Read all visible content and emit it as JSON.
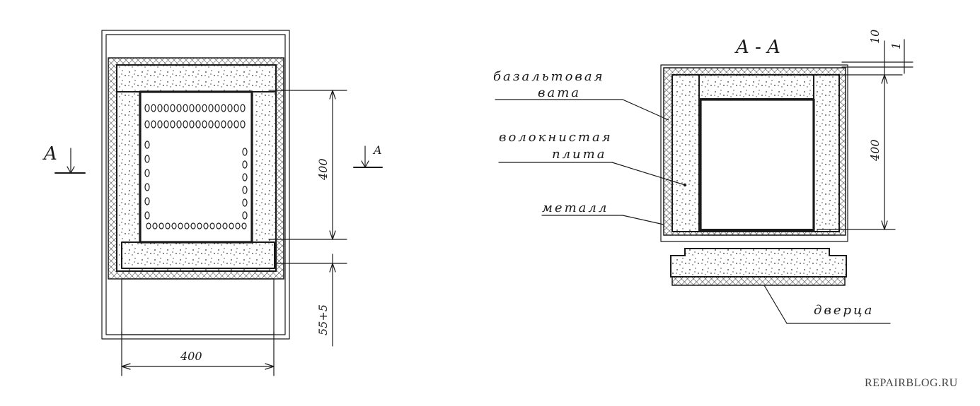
{
  "section_a": {
    "mark": "A",
    "title": "A - A"
  },
  "dimensions": {
    "height_400": "400",
    "width_400": "400",
    "depth": "55+5",
    "sec_height_400": "400",
    "top_10": "10",
    "top_1": "1"
  },
  "labels": {
    "basalt_line1": "базальтовая",
    "basalt_line2": "вата",
    "fiber_line1": "волокнистая",
    "fiber_line2": "плита",
    "metal": "металл",
    "door": "дверца"
  },
  "watermark": "REPAIRBLOG.RU",
  "colors": {
    "ink": "#1a1a1a",
    "hatch": "#333333",
    "watermark": "#444444"
  }
}
